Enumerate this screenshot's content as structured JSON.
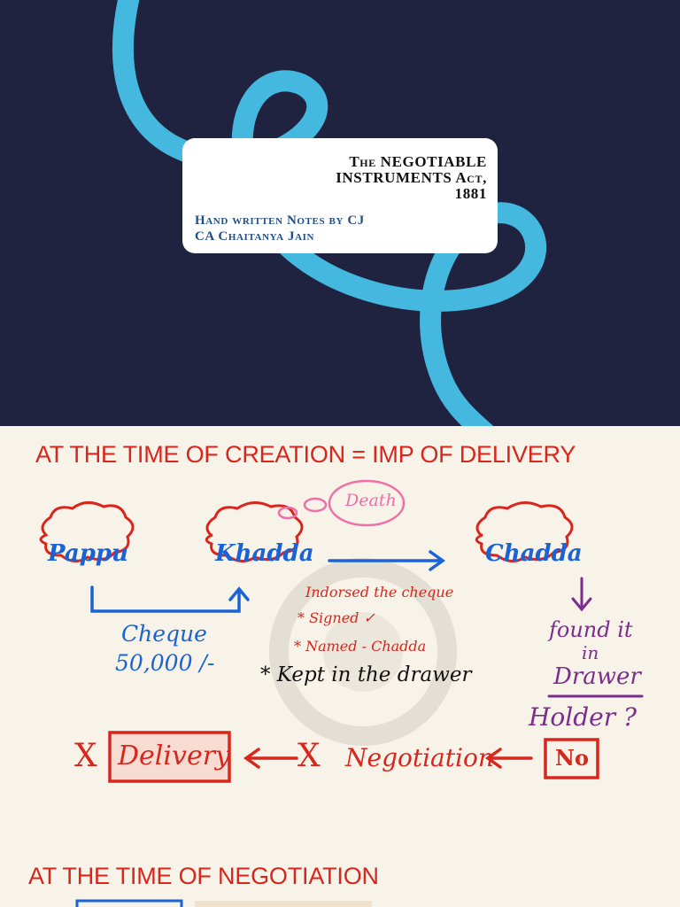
{
  "cover": {
    "title": "The NEGOTIABLE INSTRUMENTS Act, 1881",
    "title_line1": "The NEGOTIABLE",
    "title_line2": "INSTRUMENTS Act,",
    "title_line3": "1881",
    "subtitle_line1": "Hand written Notes by CJ",
    "subtitle_line2": "CA Chaitanya Jain",
    "colors": {
      "background": "#1f2340",
      "ribbon": "#45b8e0",
      "subtitle": "#1f4e8c"
    }
  },
  "notes": {
    "heading1": "AT THE TIME OF CREATION = IMP OF DELIVERY",
    "heading2": "AT THE TIME OF NEGOTIATION",
    "thought": "Death",
    "parties": {
      "pappu": "Pappu",
      "khadda": "Khadda",
      "chadda": "Chadda"
    },
    "cheque_label": "Cheque",
    "cheque_amount": "50,000 /-",
    "indorsed": "Indorsed the cheque",
    "signed": "* Signed ✓",
    "named": "* Named - Chadda",
    "kept": "* Kept in the drawer",
    "found_line1": "found it",
    "found_line2": "in",
    "found_line3": "Drawer",
    "holder": "Holder ?",
    "no": "No",
    "negotiation": "Negotiation",
    "delivery": "Delivery",
    "cross": "X",
    "colors": {
      "heading": "#d8261d",
      "blue": "#1a63d6",
      "red": "#d8261d",
      "purple": "#7a2d8c",
      "pink": "#ef6fa8"
    }
  }
}
